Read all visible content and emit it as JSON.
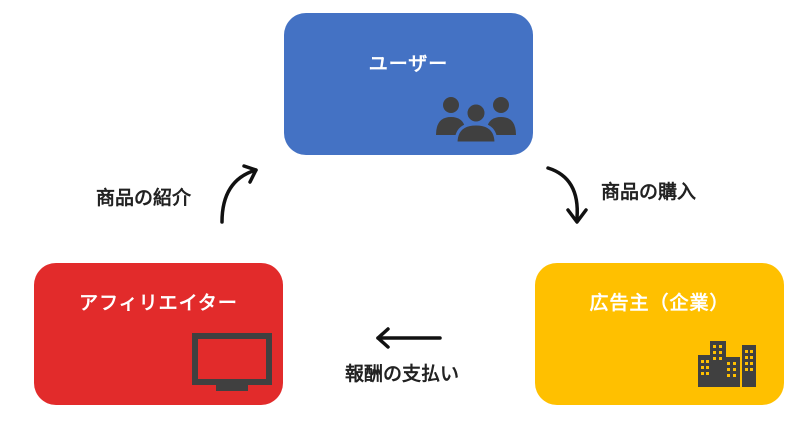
{
  "nodes": {
    "users": {
      "label": "ユーザー",
      "color": "#4472c4",
      "icon": "users-group-icon"
    },
    "advertiser": {
      "label": "広告主（企業）",
      "color": "#ffc000",
      "icon": "office-buildings-icon"
    },
    "affiliate": {
      "label": "アフィリエイター",
      "color": "#e22b2b",
      "icon": "monitor-icon"
    }
  },
  "edges": {
    "users_to_advertiser": "商品の購入",
    "advertiser_to_affiliate": "報酬の支払い",
    "affiliate_to_users": "商品の紹介"
  }
}
